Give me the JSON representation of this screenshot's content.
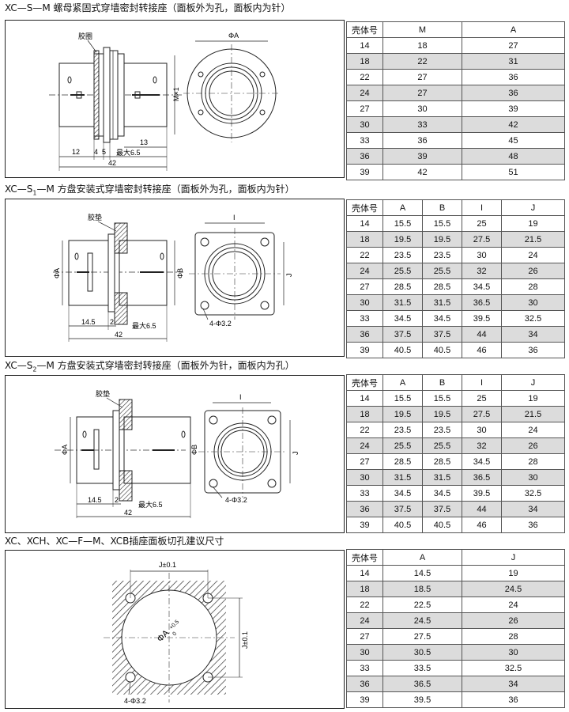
{
  "sections": [
    {
      "title": "XC—S—M 螺母紧固式穿墙密封转接座（面板外为孔，面板内为针）",
      "title_parts": [
        "XC—S—M 螺母紧固式穿墙密封转接座（面板外为孔，面板内为针）"
      ],
      "diagram_labels": {
        "gasket": "胶圈",
        "dia_a": "ΦA",
        "thread": "M×1",
        "d12": "12",
        "d4": "4",
        "d5": "5",
        "max65": "最大6.5",
        "d13": "13",
        "d42": "42"
      },
      "table": {
        "headers": [
          "壳体号",
          "M",
          "A"
        ],
        "rows": [
          [
            "14",
            "18",
            "27"
          ],
          [
            "18",
            "22",
            "31"
          ],
          [
            "22",
            "27",
            "36"
          ],
          [
            "24",
            "27",
            "36"
          ],
          [
            "27",
            "30",
            "39"
          ],
          [
            "30",
            "33",
            "42"
          ],
          [
            "33",
            "36",
            "45"
          ],
          [
            "36",
            "39",
            "48"
          ],
          [
            "39",
            "42",
            "51"
          ]
        ]
      }
    },
    {
      "title_pre": "XC—S",
      "title_sub": "1",
      "title_post": "—M 方盘安装式穿墙密封转接座（面板外为孔，面板内为针）",
      "diagram_labels": {
        "gasket": "胶垫",
        "dia_a": "ΦA",
        "dia_b": "ΦB",
        "i": "I",
        "j": "J",
        "d145": "14.5",
        "d2": "2",
        "max65": "最大6.5",
        "d42": "42",
        "holes": "4-Φ3.2"
      },
      "table": {
        "headers": [
          "壳体号",
          "A",
          "B",
          "I",
          "J"
        ],
        "rows": [
          [
            "14",
            "15.5",
            "15.5",
            "25",
            "19"
          ],
          [
            "18",
            "19.5",
            "19.5",
            "27.5",
            "21.5"
          ],
          [
            "22",
            "23.5",
            "23.5",
            "30",
            "24"
          ],
          [
            "24",
            "25.5",
            "25.5",
            "32",
            "26"
          ],
          [
            "27",
            "28.5",
            "28.5",
            "34.5",
            "28"
          ],
          [
            "30",
            "31.5",
            "31.5",
            "36.5",
            "30"
          ],
          [
            "33",
            "34.5",
            "34.5",
            "39.5",
            "32.5"
          ],
          [
            "36",
            "37.5",
            "37.5",
            "44",
            "34"
          ],
          [
            "39",
            "40.5",
            "40.5",
            "46",
            "36"
          ]
        ]
      }
    },
    {
      "title_pre": "XC—S",
      "title_sub": "2",
      "title_post": "—M 方盘安装式穿墙密封转接座（面板外为针，面板内为孔）",
      "diagram_labels": {
        "gasket": "胶垫",
        "dia_a": "ΦA",
        "dia_b": "ΦB",
        "i": "I",
        "j": "J",
        "d145": "14.5",
        "d2": "2",
        "max65": "最大6.5",
        "d42": "42",
        "holes": "4-Φ3.2"
      },
      "table": {
        "headers": [
          "壳体号",
          "A",
          "B",
          "I",
          "J"
        ],
        "rows": [
          [
            "14",
            "15.5",
            "15.5",
            "25",
            "19"
          ],
          [
            "18",
            "19.5",
            "19.5",
            "27.5",
            "21.5"
          ],
          [
            "22",
            "23.5",
            "23.5",
            "30",
            "24"
          ],
          [
            "24",
            "25.5",
            "25.5",
            "32",
            "26"
          ],
          [
            "27",
            "28.5",
            "28.5",
            "34.5",
            "28"
          ],
          [
            "30",
            "31.5",
            "31.5",
            "36.5",
            "30"
          ],
          [
            "33",
            "34.5",
            "34.5",
            "39.5",
            "32.5"
          ],
          [
            "36",
            "37.5",
            "37.5",
            "44",
            "34"
          ],
          [
            "39",
            "40.5",
            "40.5",
            "46",
            "36"
          ]
        ]
      }
    },
    {
      "title": "XC、XCH、XC—F—M、XCB插座面板切孔建议尺寸",
      "diagram_labels": {
        "j_tol_top": "J±0.1",
        "j_tol_right": "J±0.1",
        "dia_a": "ΦA",
        "tol": "+0.5",
        "tol0": "0",
        "holes": "4-Φ3.2"
      },
      "table": {
        "headers": [
          "壳体号",
          "A",
          "J"
        ],
        "rows": [
          [
            "14",
            "14.5",
            "19"
          ],
          [
            "18",
            "18.5",
            "24.5"
          ],
          [
            "22",
            "22.5",
            "24"
          ],
          [
            "24",
            "24.5",
            "26"
          ],
          [
            "27",
            "27.5",
            "28"
          ],
          [
            "30",
            "30.5",
            "30"
          ],
          [
            "33",
            "33.5",
            "32.5"
          ],
          [
            "36",
            "36.5",
            "34"
          ],
          [
            "39",
            "39.5",
            "36"
          ]
        ]
      }
    }
  ]
}
